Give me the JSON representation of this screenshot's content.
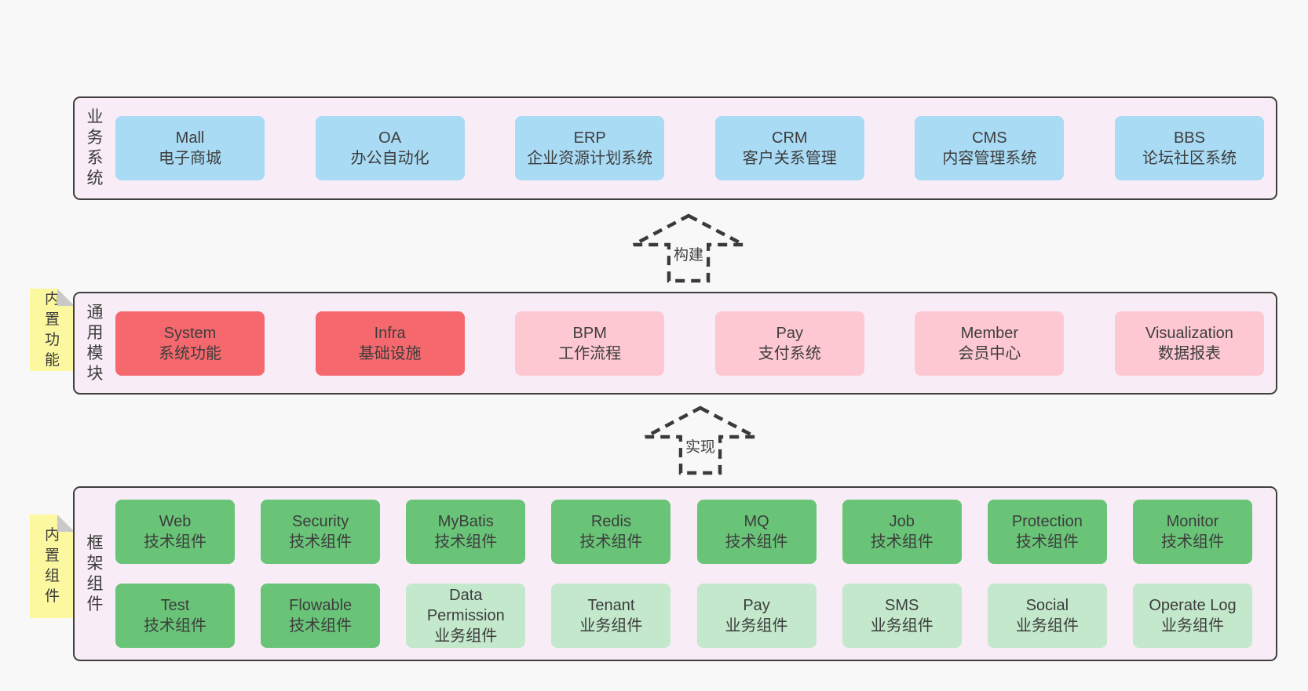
{
  "palette": {
    "page_bg": "#F8F8F8",
    "panel_bg": "#F8EDF6",
    "panel_border": "#3F3F3F",
    "blue": "#A9DBF5",
    "red": "#F5696E",
    "pink": "#FEC8D3",
    "green": "#69C478",
    "light_green": "#C3E8CB",
    "note_yellow": "#FBF8A0",
    "note_fold_gray": "#C9C9C9",
    "text": "#3D3D3D"
  },
  "arrows": [
    {
      "label": "构建"
    },
    {
      "label": "实现"
    }
  ],
  "sections": {
    "business": {
      "label": "业务系统",
      "items": [
        {
          "name": "Mall",
          "desc": "电子商城",
          "variant": "blue"
        },
        {
          "name": "OA",
          "desc": "办公自动化",
          "variant": "blue"
        },
        {
          "name": "ERP",
          "desc": "企业资源计划系统",
          "variant": "blue"
        },
        {
          "name": "CRM",
          "desc": "客户关系管理",
          "variant": "blue"
        },
        {
          "name": "CMS",
          "desc": "内容管理系统",
          "variant": "blue"
        },
        {
          "name": "BBS",
          "desc": "论坛社区系统",
          "variant": "blue"
        }
      ]
    },
    "modules": {
      "label": "通用模块",
      "note": "内置功能",
      "items": [
        {
          "name": "System",
          "desc": "系统功能",
          "variant": "red"
        },
        {
          "name": "Infra",
          "desc": "基础设施",
          "variant": "red"
        },
        {
          "name": "BPM",
          "desc": "工作流程",
          "variant": "pink"
        },
        {
          "name": "Pay",
          "desc": "支付系统",
          "variant": "pink"
        },
        {
          "name": "Member",
          "desc": "会员中心",
          "variant": "pink"
        },
        {
          "name": "Visualization",
          "desc": "数据报表",
          "variant": "pink"
        }
      ]
    },
    "framework": {
      "label": "框架组件",
      "note": "内置组件",
      "row1": [
        {
          "name": "Web",
          "desc": "技术组件",
          "variant": "green"
        },
        {
          "name": "Security",
          "desc": "技术组件",
          "variant": "green"
        },
        {
          "name": "MyBatis",
          "desc": "技术组件",
          "variant": "green"
        },
        {
          "name": "Redis",
          "desc": "技术组件",
          "variant": "green"
        },
        {
          "name": "MQ",
          "desc": "技术组件",
          "variant": "green"
        },
        {
          "name": "Job",
          "desc": "技术组件",
          "variant": "green"
        },
        {
          "name": "Protection",
          "desc": "技术组件",
          "variant": "green"
        },
        {
          "name": "Monitor",
          "desc": "技术组件",
          "variant": "green"
        }
      ],
      "row2": [
        {
          "name": "Test",
          "desc": "技术组件",
          "variant": "green"
        },
        {
          "name": "Flowable",
          "desc": "技术组件",
          "variant": "green"
        },
        {
          "name": "Data Permission",
          "desc": "业务组件",
          "variant": "lightgreen"
        },
        {
          "name": "Tenant",
          "desc": "业务组件",
          "variant": "lightgreen"
        },
        {
          "name": "Pay",
          "desc": "业务组件",
          "variant": "lightgreen"
        },
        {
          "name": "SMS",
          "desc": "业务组件",
          "variant": "lightgreen"
        },
        {
          "name": "Social",
          "desc": "业务组件",
          "variant": "lightgreen"
        },
        {
          "name": "Operate Log",
          "desc": "业务组件",
          "variant": "lightgreen"
        }
      ]
    }
  }
}
